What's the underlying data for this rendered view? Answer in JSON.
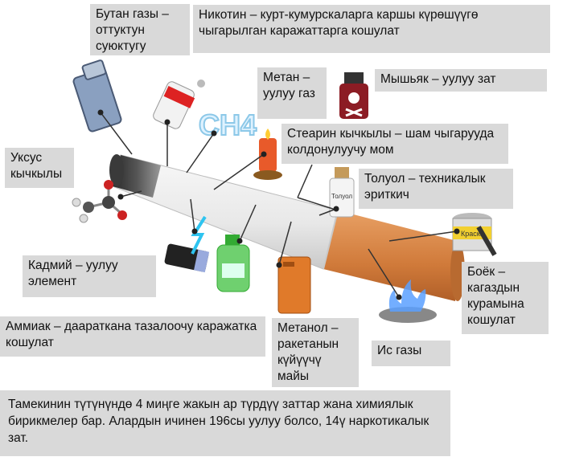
{
  "labels": {
    "butane": "Бутан газы – оттуктун суюктугу",
    "nicotine": "Никотин – курт-кумурскаларга каршы күрөшүүгө чыгарылган каражаттарга кошулат",
    "methane": "Метан – уулуу газ",
    "arsenic": "Мышьяк – уулуу зат",
    "stearic": "Стеарин кычкылы – шам чыгарууда колдонулуучу мом",
    "acetic": "Уксус кычкылы",
    "toluene": "Толуол – техникалык эриткич",
    "cadmium": "Кадмий – уулуу элемент",
    "paint": "Боёк – кагаздын курамына кошулат",
    "ammonia": "Аммиак – дааратканa тазалоочу каражатка кошулат",
    "methanol": "Метанол – ракетанын күйүүчү майы",
    "co": "Ис газы"
  },
  "icons": {
    "methane_formula": "CH4",
    "toluene_bottle": "Толуол",
    "paint_can": "Краска"
  },
  "footer": "Тамекинин түтүнүндө 4 миңге жакын ар түрдүү заттар жана химиялык бирикмелер бар. Алардын ичинен 196сы уулуу болсо, 14ү наркотикалык зат."
}
